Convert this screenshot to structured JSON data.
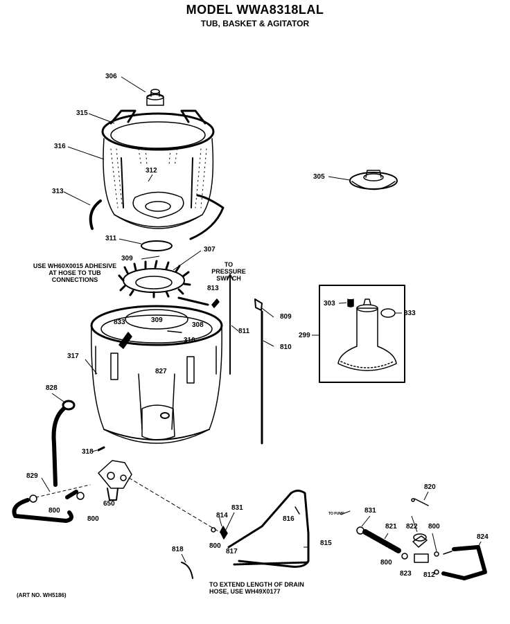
{
  "header": {
    "model": "MODEL WWA8318LAL",
    "subtitle": "TUB, BASKET & AGITATOR"
  },
  "notes": {
    "adhesive": [
      "USE WH60X0015 ADHESIVE",
      "AT HOSE TO TUB",
      "CONNECTIONS"
    ],
    "pressure": [
      "TO",
      "PRESSURE",
      "SWITCH"
    ],
    "drain": [
      "TO EXTEND LENGTH OF DRAIN",
      "HOSE, USE WH49X0177"
    ],
    "art_no": "(ART NO. WH5186)",
    "to_pump": "TO PUMP"
  },
  "part_labels": {
    "p306": "306",
    "p315": "315",
    "p316": "316",
    "p312": "312",
    "p313": "313",
    "p311": "311",
    "p309a": "309",
    "p307": "307",
    "p305": "305",
    "p813": "813",
    "p809": "809",
    "p811": "811",
    "p810": "810",
    "p833a": "833",
    "p309b": "309",
    "p308": "308",
    "p310": "310",
    "p317": "317",
    "p827": "827",
    "p303": "303",
    "p333": "333",
    "p299": "299",
    "p828": "828",
    "p318": "318",
    "p829": "829",
    "p800a": "800",
    "p800b": "800",
    "p650": "650",
    "p814": "814",
    "p831a": "831",
    "p816": "816",
    "p800c": "800",
    "p817": "817",
    "p815": "815",
    "p818": "818",
    "p820": "820",
    "p831b": "831",
    "p821": "821",
    "p822": "822",
    "p800d": "800",
    "p824": "824",
    "p800e": "800",
    "p823": "823",
    "p812": "812"
  }
}
